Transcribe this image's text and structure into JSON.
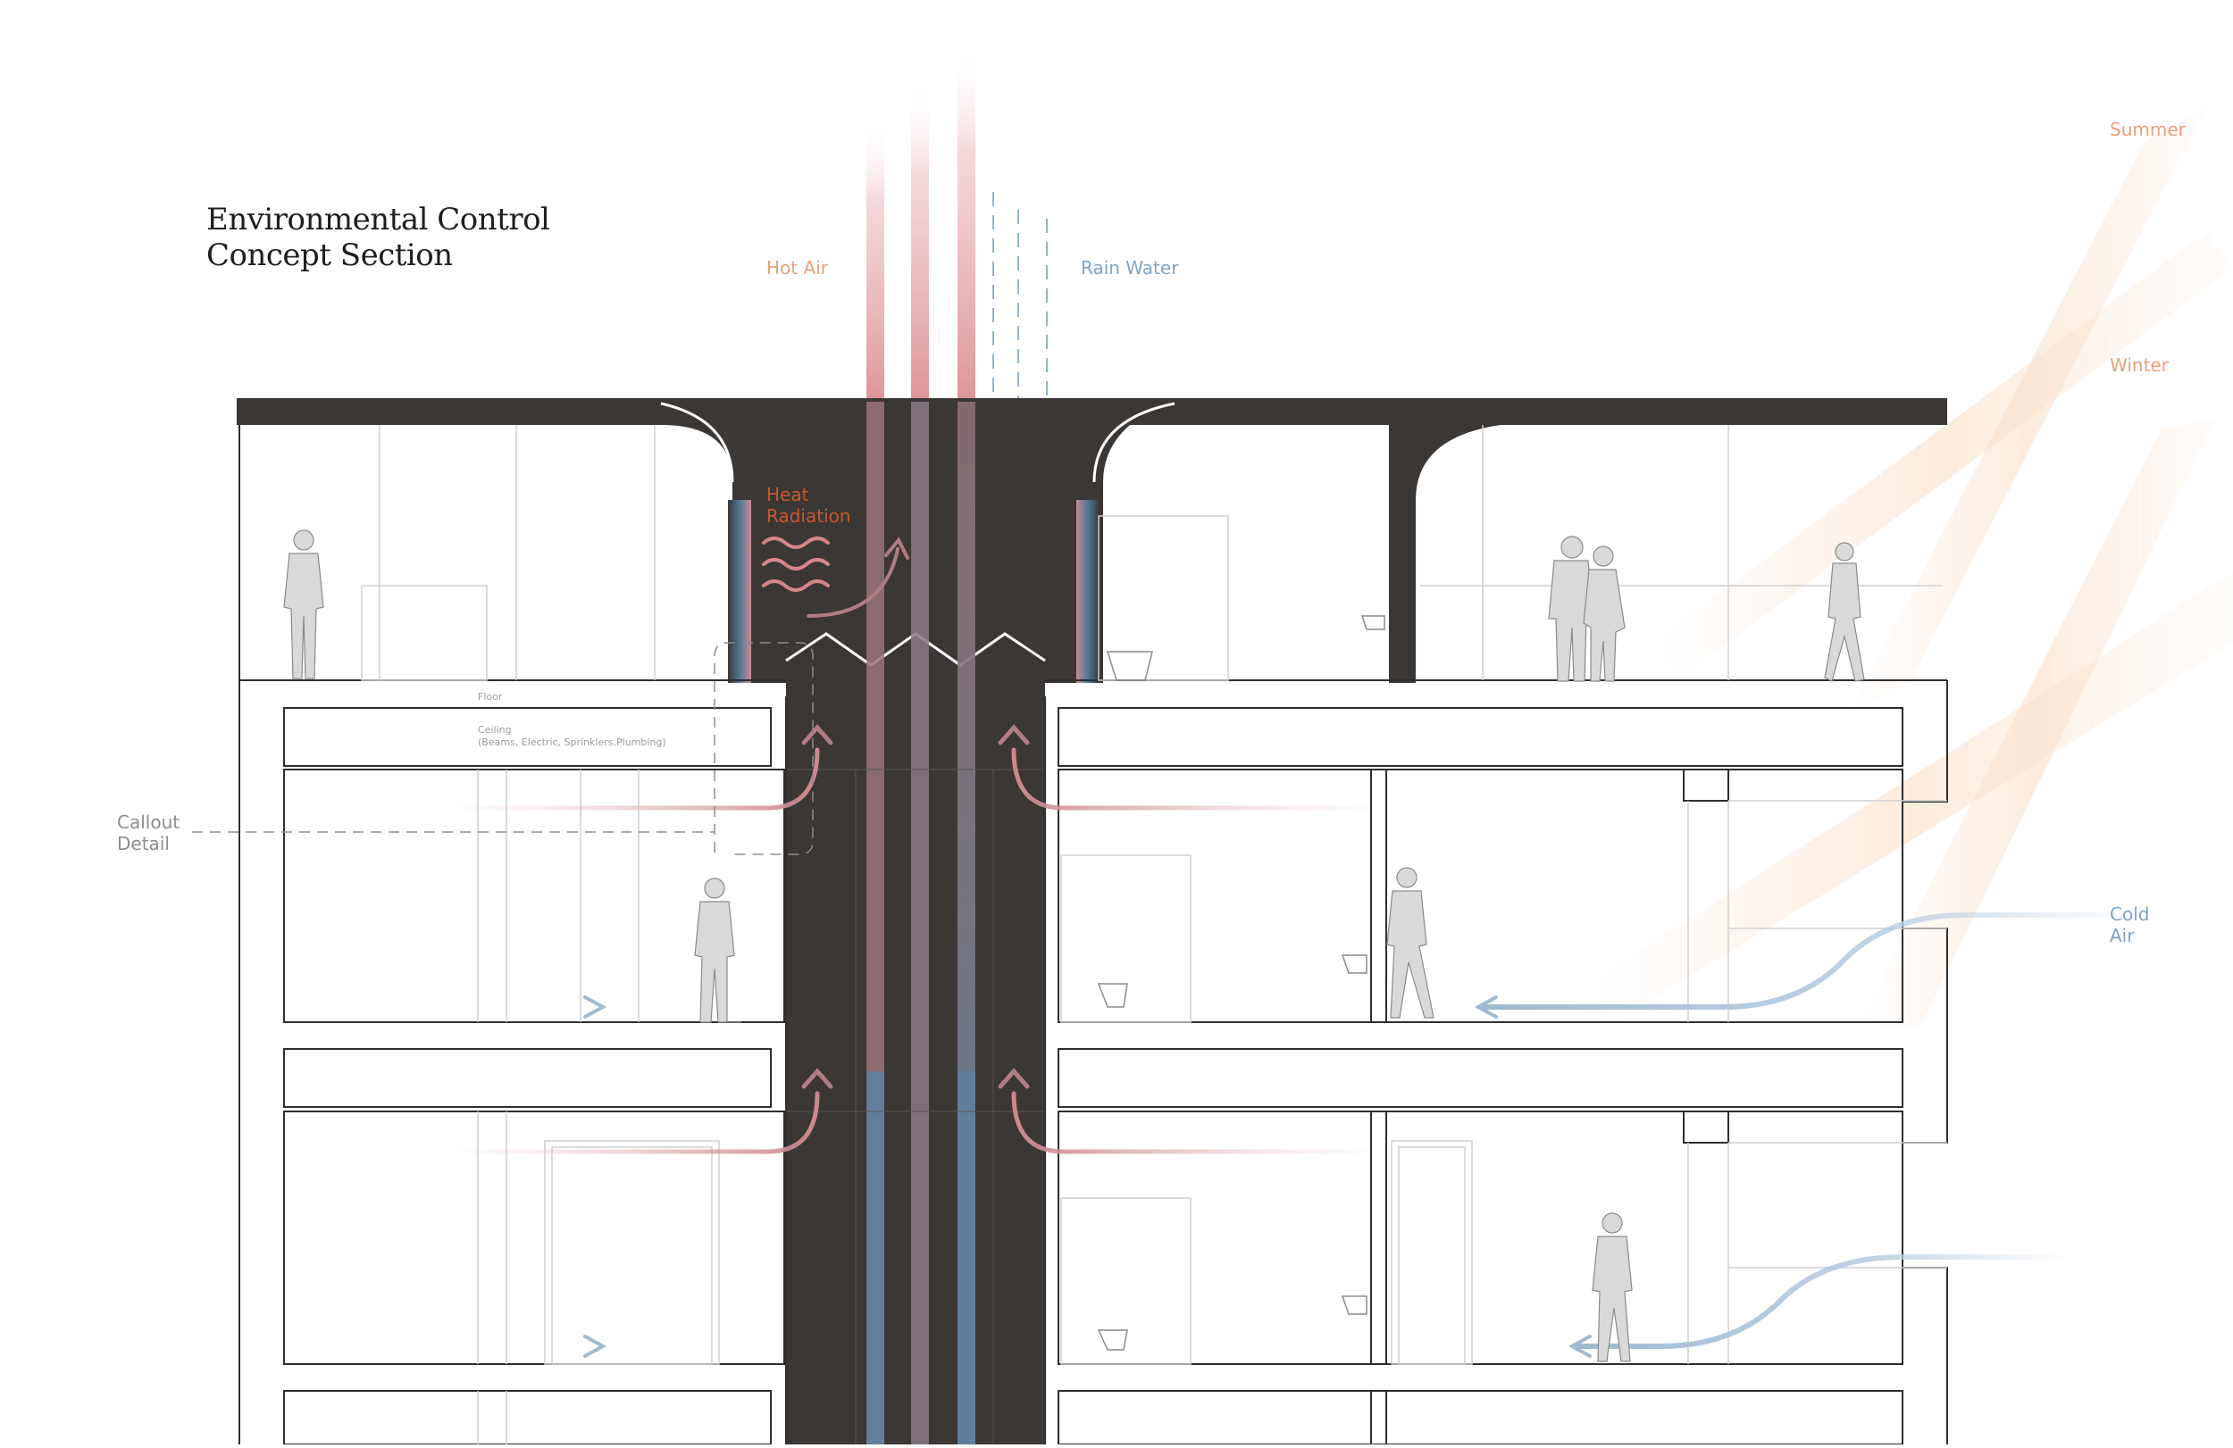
{
  "title": {
    "line1": "Environmental Control",
    "line2": "Concept Section"
  },
  "labels": {
    "hot_air": "Hot Air",
    "rain_water": "Rain Water",
    "summer": "Summer",
    "winter": "Winter",
    "heat_radiation_1": "Heat",
    "heat_radiation_2": "Radiation",
    "cold_air_1": "Cold",
    "cold_air_2": "Air",
    "callout_1": "Callout",
    "callout_2": "Detail",
    "floor": "Floor",
    "ceiling_1": "Ceiling",
    "ceiling_2": "(Beams, Electric, Sprinklers,Plumbing)"
  },
  "colors": {
    "structure": "#3b3735",
    "warm": "#e9a07a",
    "cool": "#7ea4c6",
    "radiation": "#c65a33",
    "hot_flow": "#a16f73",
    "cold_flow": "#5f7f9c"
  }
}
